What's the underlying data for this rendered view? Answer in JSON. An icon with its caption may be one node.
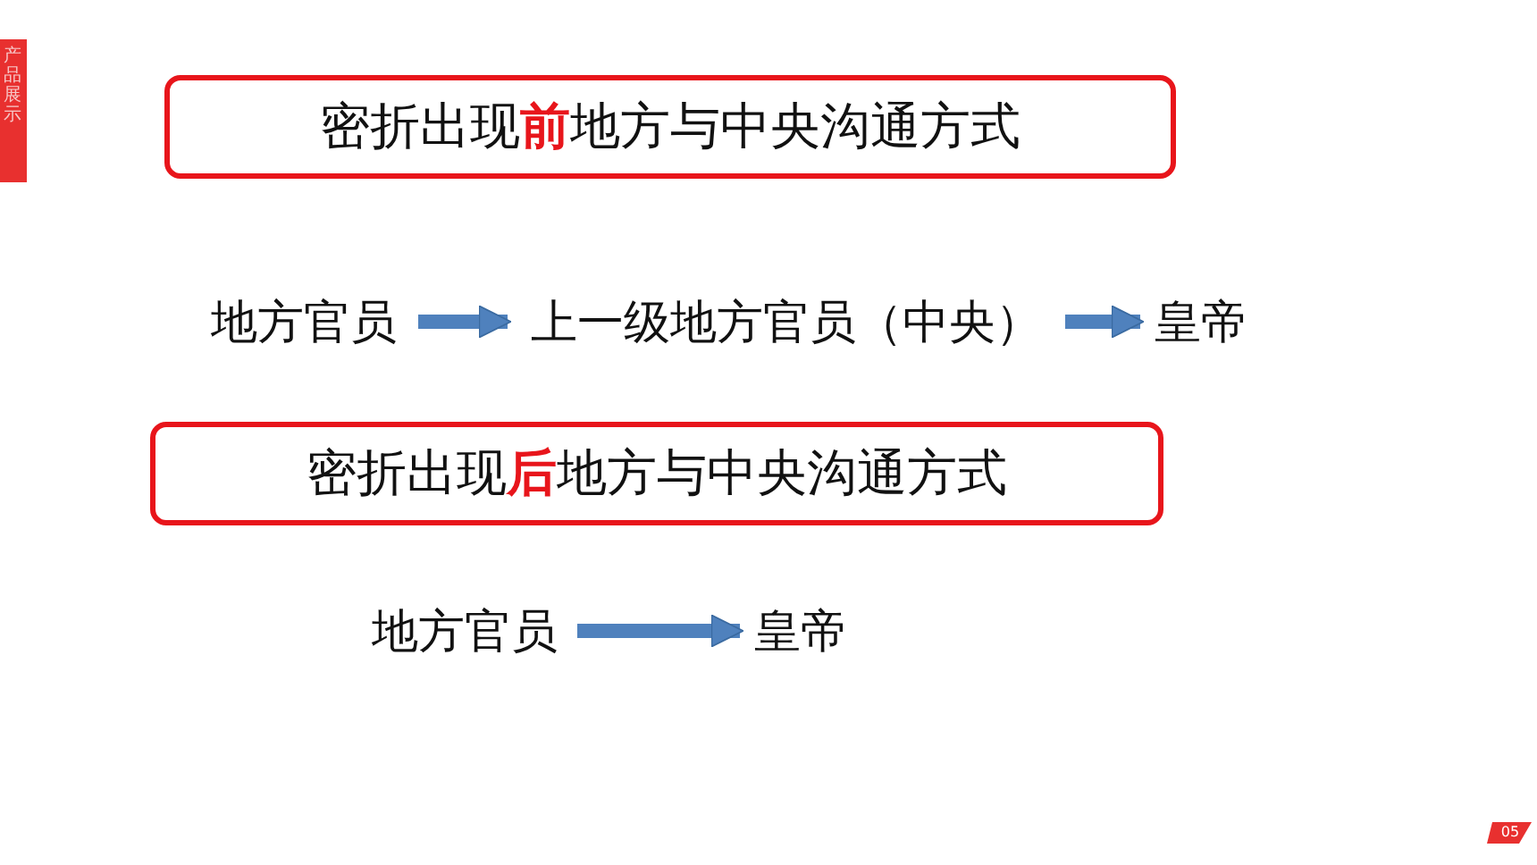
{
  "diagram": {
    "nodes": [
      {
        "text": [
          "密折出现**前**地方与中央沟通方式"
        ]
      },
      {
        "text": [
          "地方官员"
        ]
      },
      {
        "text": [
          "上一级地方官员（中央）"
        ]
      },
      {
        "text": [
          "皇帝"
        ]
      },
      {
        "text": [
          "密折出现**后**地方与中央沟通方式"
        ]
      },
      {
        "text": [
          "地方官员"
        ]
      },
      {
        "text": [
          "皇帝"
        ]
      }
    ],
    "edges": [
      {
        "from": 1,
        "to": 2,
        "arrow": "to"
      },
      {
        "from": 2,
        "to": 3,
        "arrow": "to"
      },
      {
        "from": 5,
        "to": 6,
        "arrow": "to"
      }
    ],
    "labels": [
      "产品展示",
      "05"
    ]
  }
}
